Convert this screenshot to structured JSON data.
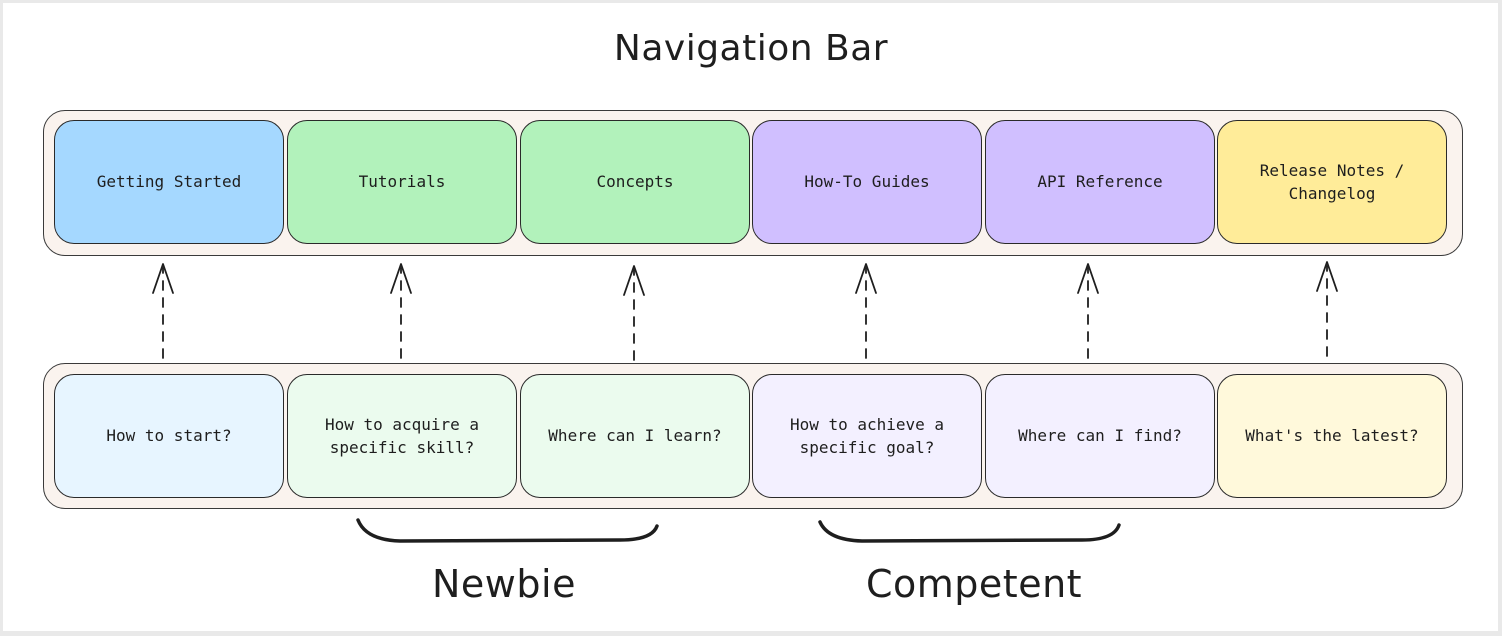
{
  "diagram": {
    "title": "Navigation Bar",
    "nav_items": [
      {
        "label": "Getting Started",
        "fill": "#a5d8ff"
      },
      {
        "label": "Tutorials",
        "fill": "#b2f2bb"
      },
      {
        "label": "Concepts",
        "fill": "#b2f2bb"
      },
      {
        "label": "How-To Guides",
        "fill": "#d0bfff"
      },
      {
        "label": "API Reference",
        "fill": "#d0bfff"
      },
      {
        "label": "Release Notes /\nChangelog",
        "fill": "#ffec99"
      }
    ],
    "questions": [
      {
        "label": "How to start?",
        "fill": "#e7f5ff"
      },
      {
        "label": "How to acquire a\nspecific skill?",
        "fill": "#ebfbee"
      },
      {
        "label": "Where can I learn?",
        "fill": "#ebfbee"
      },
      {
        "label": "How to achieve a\nspecific goal?",
        "fill": "#f3f0ff"
      },
      {
        "label": "Where can I find?",
        "fill": "#f3f0ff"
      },
      {
        "label": "What's the latest?",
        "fill": "#fff9db"
      }
    ],
    "groups": [
      {
        "label": "Newbie"
      },
      {
        "label": "Competent"
      }
    ],
    "colors": {
      "stroke": "#1e1e1e",
      "row_fill": "#faf3ee"
    }
  }
}
